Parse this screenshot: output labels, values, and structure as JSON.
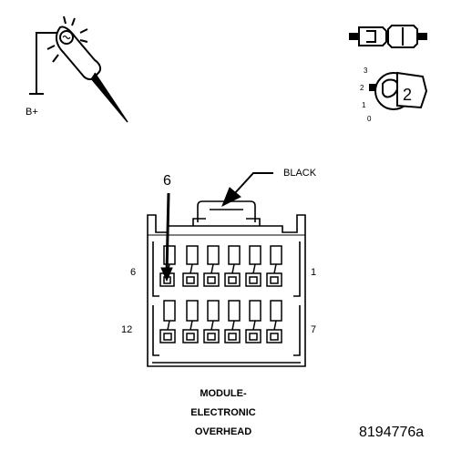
{
  "probe": {
    "label": "B+"
  },
  "ignition": {
    "positions": [
      "3",
      "2",
      "1",
      "0"
    ],
    "key_number": "2"
  },
  "connector": {
    "callout_pin": "6",
    "color_label": "BLACK",
    "left_top_pin": "6",
    "right_top_pin": "1",
    "left_bottom_pin": "12",
    "right_bottom_pin": "7"
  },
  "caption": {
    "line1": "MODULE-",
    "line2": "ELECTRONIC",
    "line3": "OVERHEAD"
  },
  "figure_id": "8194776a"
}
